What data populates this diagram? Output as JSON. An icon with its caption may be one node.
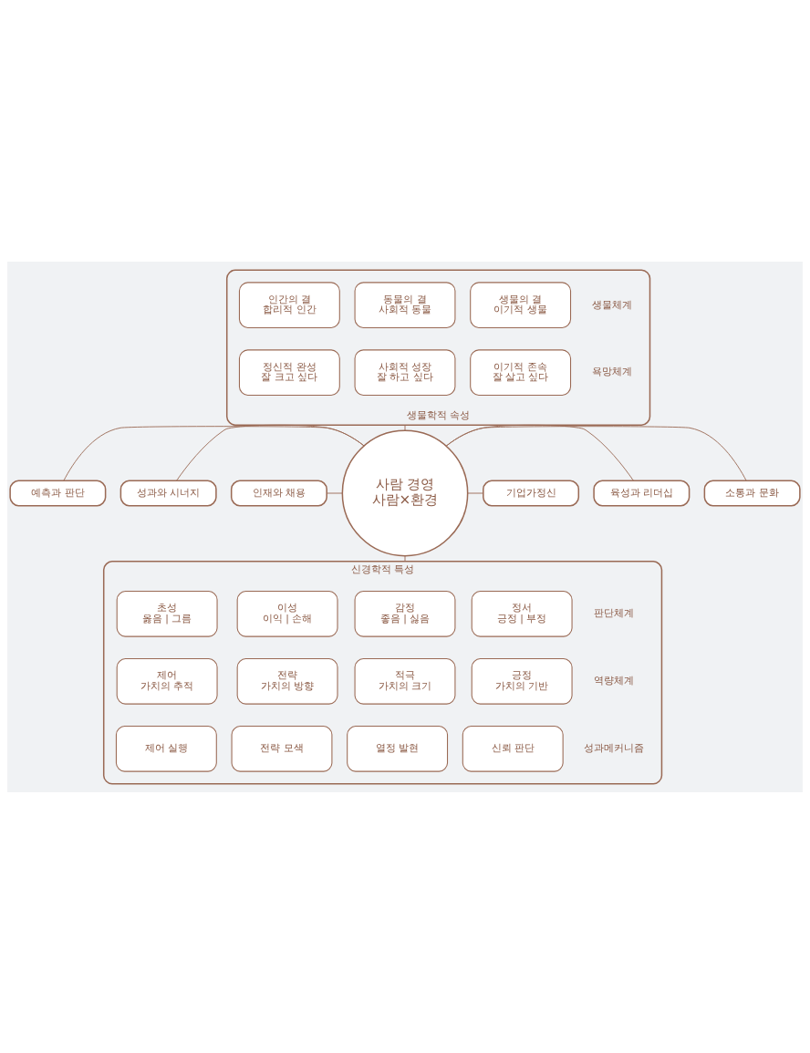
{
  "diagram": {
    "nodes": [
      {
        "text": [
          "생물학적 속성"
        ]
      },
      {
        "text": [
          "생물의 결",
          "이기적 생물"
        ],
        "in": 0
      },
      {
        "text": [
          "동물의 결",
          "사회적 동물"
        ],
        "in": 0
      },
      {
        "text": [
          "인간의 결",
          "합리적 인간"
        ],
        "in": 0
      },
      {
        "text": [
          "이기적 존속",
          "잘 살고 싶다"
        ],
        "in": 0
      },
      {
        "text": [
          "사회적 성장",
          "잘 하고 싶다"
        ],
        "in": 0
      },
      {
        "text": [
          "정신적 완성",
          "잘 크고 싶다"
        ],
        "in": 0
      },
      {
        "text": [
          "사람 경영",
          "사람×환경"
        ]
      },
      {
        "text": [
          "예측과 판단"
        ]
      },
      {
        "text": [
          "성과와 시너지"
        ]
      },
      {
        "text": [
          "인재와 채용"
        ]
      },
      {
        "text": [
          "소통과 문화"
        ]
      },
      {
        "text": [
          "육성과 리더십"
        ]
      },
      {
        "text": [
          "기업가정신"
        ]
      },
      {
        "text": [
          "신경학적 특성"
        ]
      },
      {
        "text": [
          "정서",
          "긍정 | 부정"
        ],
        "in": 14
      },
      {
        "text": [
          "감정",
          "좋음 | 싫음"
        ],
        "in": 14
      },
      {
        "text": [
          "이성",
          "이익 | 손해"
        ],
        "in": 14
      },
      {
        "text": [
          "초성",
          "옳음 | 그름"
        ],
        "in": 14
      },
      {
        "text": [
          "긍정",
          "가치의 기반"
        ],
        "in": 14
      },
      {
        "text": [
          "적극",
          "가치의 크기"
        ],
        "in": 14
      },
      {
        "text": [
          "전략",
          "가치의 방향"
        ],
        "in": 14
      },
      {
        "text": [
          "제어",
          "가치의 추적"
        ],
        "in": 14
      },
      {
        "text": [
          "신뢰 판단"
        ],
        "in": 14
      },
      {
        "text": [
          "열정 발현"
        ],
        "in": 14
      },
      {
        "text": [
          "전략 모색"
        ],
        "in": 14
      },
      {
        "text": [
          "제어 실행"
        ],
        "in": 14
      }
    ],
    "edges": [
      {
        "from": 0,
        "to": 7,
        "arrow": "none"
      },
      {
        "from": 8,
        "to": 7,
        "arrow": "none"
      },
      {
        "from": 9,
        "to": 7,
        "arrow": "none"
      },
      {
        "from": 10,
        "to": 7,
        "arrow": "none"
      },
      {
        "from": 7,
        "to": 11,
        "arrow": "none"
      },
      {
        "from": 7,
        "to": 12,
        "arrow": "none"
      },
      {
        "from": 7,
        "to": 13,
        "arrow": "none"
      },
      {
        "from": 7,
        "to": 14,
        "arrow": "none"
      }
    ],
    "labels": [
      "생물체계",
      "욕망체계",
      "판단체계",
      "역량체계",
      "성과메커니즘"
    ]
  }
}
